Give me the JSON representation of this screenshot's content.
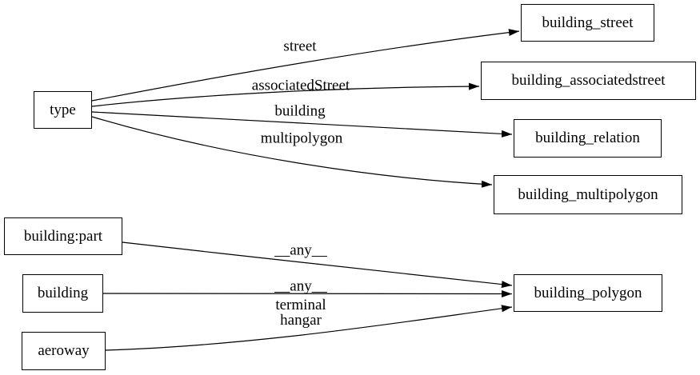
{
  "diagram": {
    "type": "graphviz-directed-graph",
    "background_color": "#ffffff",
    "stroke_color": "#000000",
    "node_fill_color": "#ffffff",
    "text_color": "#000000",
    "nodes": {
      "type": {
        "label": "type"
      },
      "building_street": {
        "label": "building_street"
      },
      "building_associatedstreet": {
        "label": "building_associatedstreet"
      },
      "building_relation": {
        "label": "building_relation"
      },
      "building_multipolygon": {
        "label": "building_multipolygon"
      },
      "building_part": {
        "label": "building:part"
      },
      "building": {
        "label": "building"
      },
      "aeroway": {
        "label": "aeroway"
      },
      "building_polygon": {
        "label": "building_polygon"
      }
    },
    "edge_labels": {
      "type_street": "street",
      "type_associatedstreet": "associatedStreet",
      "type_relation": "building",
      "type_multipolygon": "multipolygon",
      "part_any": "__any__",
      "building_any": "__any__",
      "aeroway_terminal": "terminal",
      "aeroway_hangar": "hangar"
    },
    "edges": [
      {
        "from": "type",
        "to": "building_street",
        "label": "street"
      },
      {
        "from": "type",
        "to": "building_associatedstreet",
        "label": "associatedStreet"
      },
      {
        "from": "type",
        "to": "building_relation",
        "label": "building"
      },
      {
        "from": "type",
        "to": "building_multipolygon",
        "label": "multipolygon"
      },
      {
        "from": "building:part",
        "to": "building_polygon",
        "label": "__any__"
      },
      {
        "from": "building",
        "to": "building_polygon",
        "label": "__any__"
      },
      {
        "from": "aeroway",
        "to": "building_polygon",
        "label": "terminal hangar"
      }
    ]
  }
}
